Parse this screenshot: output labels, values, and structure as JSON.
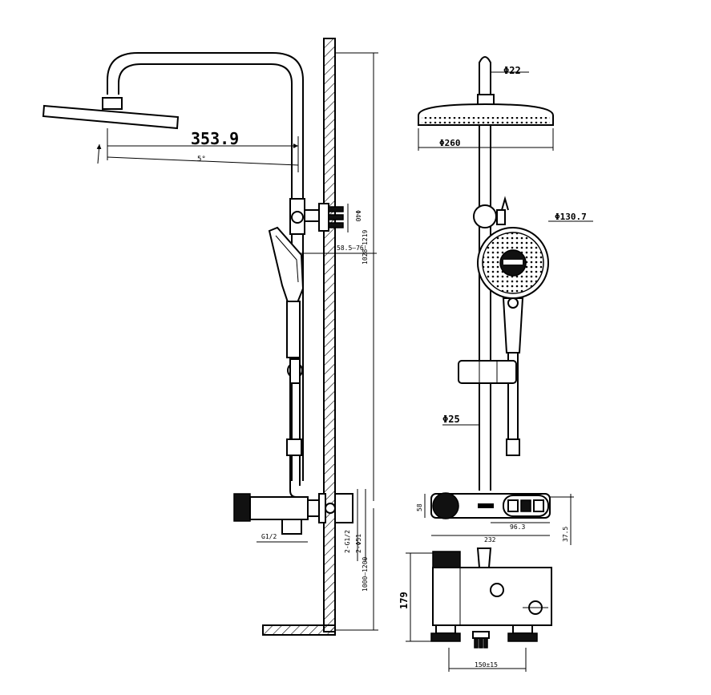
{
  "diagram": {
    "side_view": {
      "arm_projection": "353.9",
      "tilt_angle": "5°",
      "bracket_width": "Φ40",
      "wall_offset": "58.5—76",
      "riser_height": "1028—1219",
      "mixer_inlet_thread": "G1/2",
      "inlet_label_a": "2-G1/2",
      "inlet_label_b": "2-Φ51",
      "mixer_height": "1000—1200"
    },
    "front_view": {
      "arm_diameter": "Φ22",
      "head_diameter": "Φ260",
      "hand_shower_diameter": "Φ130.7",
      "riser_diameter": "Φ25",
      "mixer_depth": "58",
      "button_offset": "96.3",
      "mixer_width": "232",
      "inlet_offset": "37.5"
    },
    "bottom_view": {
      "mixer_body_height": "179",
      "inlet_spacing": "150±15"
    }
  }
}
